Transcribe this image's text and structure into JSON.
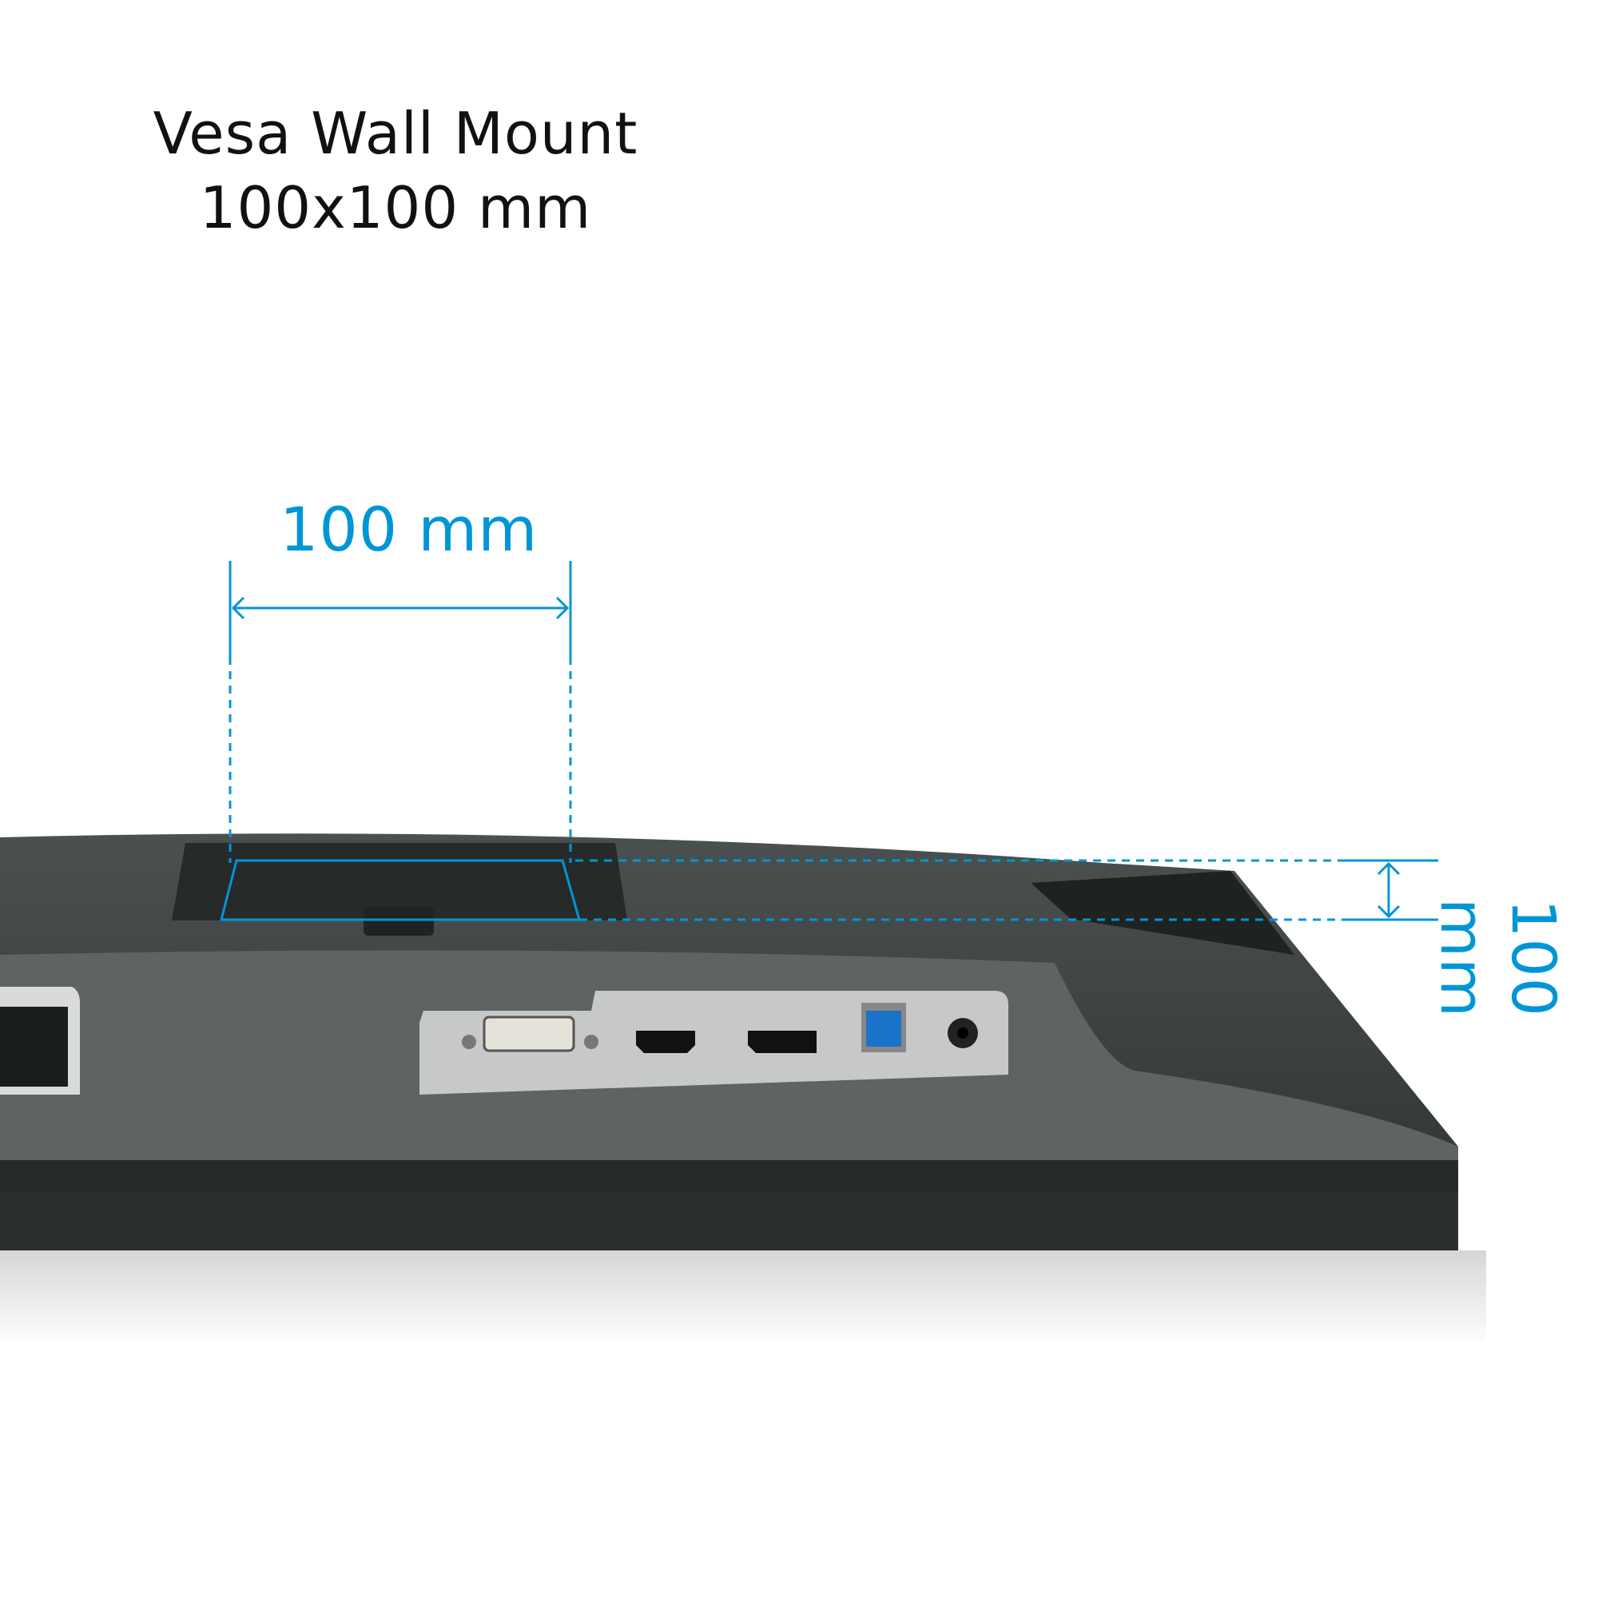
{
  "heading": {
    "line1": "Vesa Wall Mount",
    "line2": "100x100 mm"
  },
  "dimensions": {
    "horizontal_label": "100 mm",
    "vertical_label": "100 mm"
  },
  "colors": {
    "accent": "#0096d6",
    "body": "#2b302f",
    "panel": "#c7c8c8",
    "usb": "#1a73c8"
  },
  "icons": [
    "power-socket-icon",
    "dvi-port-icon",
    "hdmi-port-icon",
    "displayport-icon",
    "usb-b-port-icon",
    "audio-jack-icon"
  ]
}
